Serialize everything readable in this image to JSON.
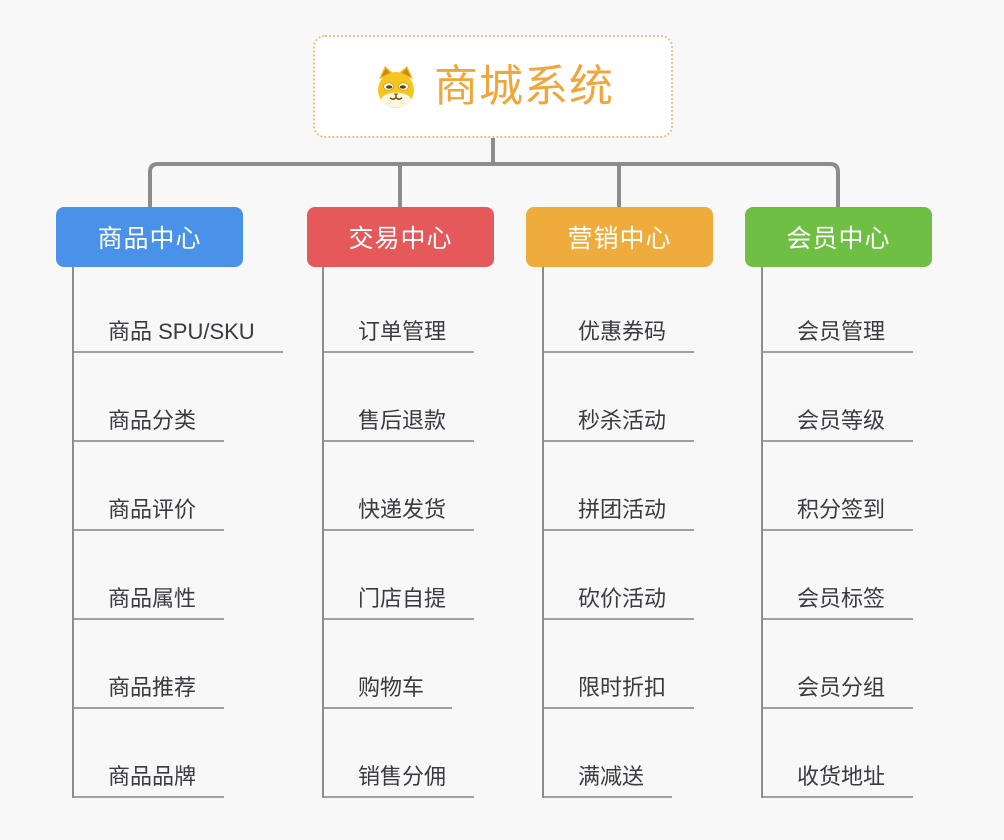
{
  "app": {
    "background_color": "#f8f8f8",
    "connector_color": "#8c8c8c"
  },
  "root": {
    "label": "商城系统",
    "icon": "shiba-dog-icon",
    "text_color": "#efa73c",
    "border_color": "#f0c080"
  },
  "branches": [
    {
      "label": "商品中心",
      "color": "#4a91e9",
      "children": [
        "商品 SPU/SKU",
        "商品分类",
        "商品评价",
        "商品属性",
        "商品推荐",
        "商品品牌"
      ]
    },
    {
      "label": "交易中心",
      "color": "#e5595b",
      "children": [
        "订单管理",
        "售后退款",
        "快递发货",
        "门店自提",
        "购物车",
        "销售分佣"
      ]
    },
    {
      "label": "营销中心",
      "color": "#edac3b",
      "children": [
        "优惠券码",
        "秒杀活动",
        "拼团活动",
        "砍价活动",
        "限时折扣",
        "满减送"
      ]
    },
    {
      "label": "会员中心",
      "color": "#6fbf44",
      "children": [
        "会员管理",
        "会员等级",
        "积分签到",
        "会员标签",
        "会员分组",
        "收货地址"
      ]
    }
  ]
}
